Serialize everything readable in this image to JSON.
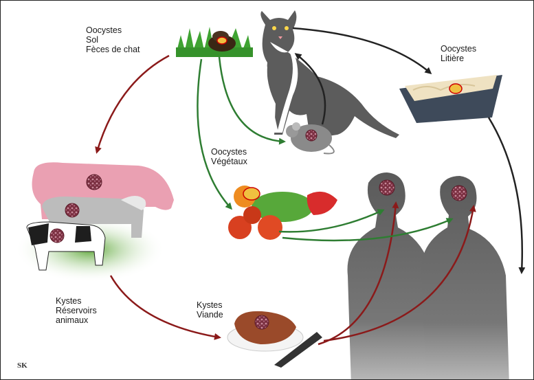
{
  "labels": {
    "soil": {
      "line1": "Oocystes",
      "line2": "Sol",
      "line3": "Fèces de chat"
    },
    "litter": {
      "line1": "Oocystes",
      "line2": "Litière"
    },
    "vegetables": {
      "line1": "Oocystes",
      "line2": "Végétaux"
    },
    "reservoir": {
      "line1": "Kystes",
      "line2": "Réservoirs",
      "line3": "animaux"
    },
    "meat": {
      "line1": "Kystes",
      "line2": "Viande"
    }
  },
  "signature": "SK",
  "colors": {
    "red_arrow": "#8b1a1a",
    "green_arrow": "#2e7d32",
    "black_arrow": "#222222",
    "human_silhouette": "#6e6e6e",
    "cyst": "#8a3a4a"
  }
}
